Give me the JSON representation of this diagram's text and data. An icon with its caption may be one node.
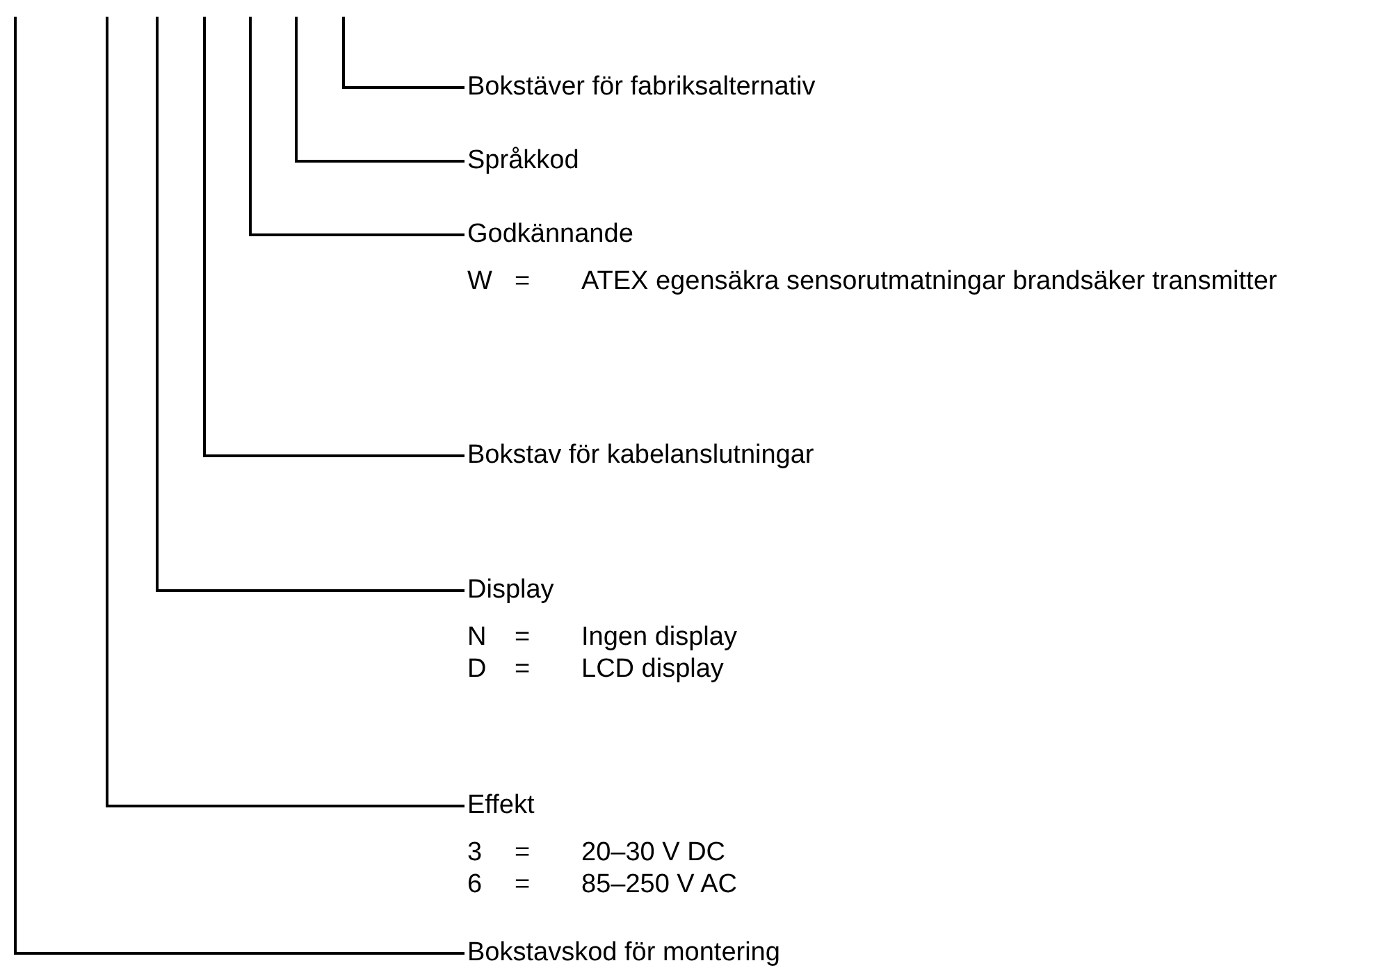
{
  "diagram": {
    "nodes": [
      {
        "text": [
          "Bokstäver för fabriksalternativ"
        ]
      },
      {
        "text": [
          "Språkkod"
        ]
      },
      {
        "text": [
          "Godkännande"
        ],
        "beside": [
          "W",
          "=",
          "ATEX egensäkra sensorutmatningar brandsäker transmitter"
        ]
      },
      {
        "text": [
          "Bokstav för kabelanslutningar"
        ]
      },
      {
        "text": [
          "Display"
        ],
        "beside": [
          "N",
          "=",
          "Ingen display",
          "D",
          "=",
          "LCD display"
        ]
      },
      {
        "text": [
          "Effekt"
        ],
        "beside": [
          "3",
          "=",
          "20–30 V DC",
          "6",
          "=",
          "85–250 V AC"
        ]
      },
      {
        "text": [
          "Bokstavskod för montering"
        ]
      }
    ],
    "edges": [
      {
        "from": null,
        "to": 0,
        "arrow": "none"
      },
      {
        "from": null,
        "to": 1,
        "arrow": "none"
      },
      {
        "from": null,
        "to": 2,
        "arrow": "none"
      },
      {
        "from": null,
        "to": 3,
        "arrow": "none"
      },
      {
        "from": null,
        "to": 4,
        "arrow": "none"
      },
      {
        "from": null,
        "to": 5,
        "arrow": "none"
      },
      {
        "from": null,
        "to": 6,
        "arrow": "none"
      }
    ]
  }
}
